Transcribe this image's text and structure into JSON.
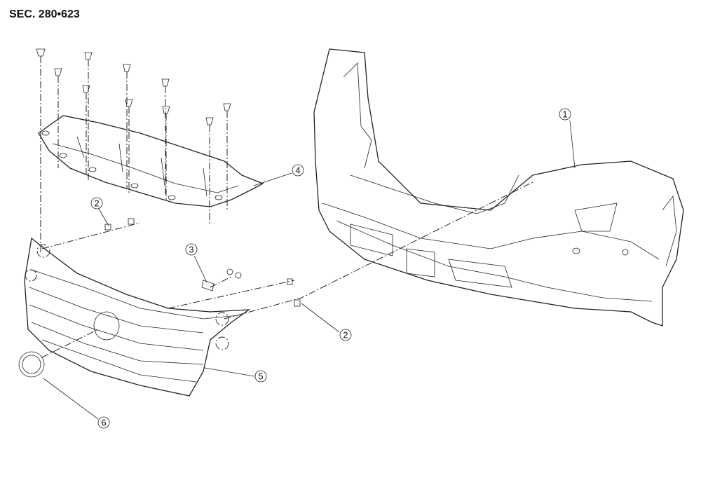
{
  "section_label": "SEC. 280•623",
  "callouts": [
    {
      "id": "1",
      "part": "front-bumper-fascia"
    },
    {
      "id": "2",
      "part": "clip-upper"
    },
    {
      "id": "3",
      "part": "bracket"
    },
    {
      "id": "4",
      "part": "air-guide-cover"
    },
    {
      "id": "5",
      "part": "front-grille"
    },
    {
      "id": "2",
      "part": "clip-right"
    },
    {
      "id": "6",
      "part": "emblem"
    }
  ]
}
